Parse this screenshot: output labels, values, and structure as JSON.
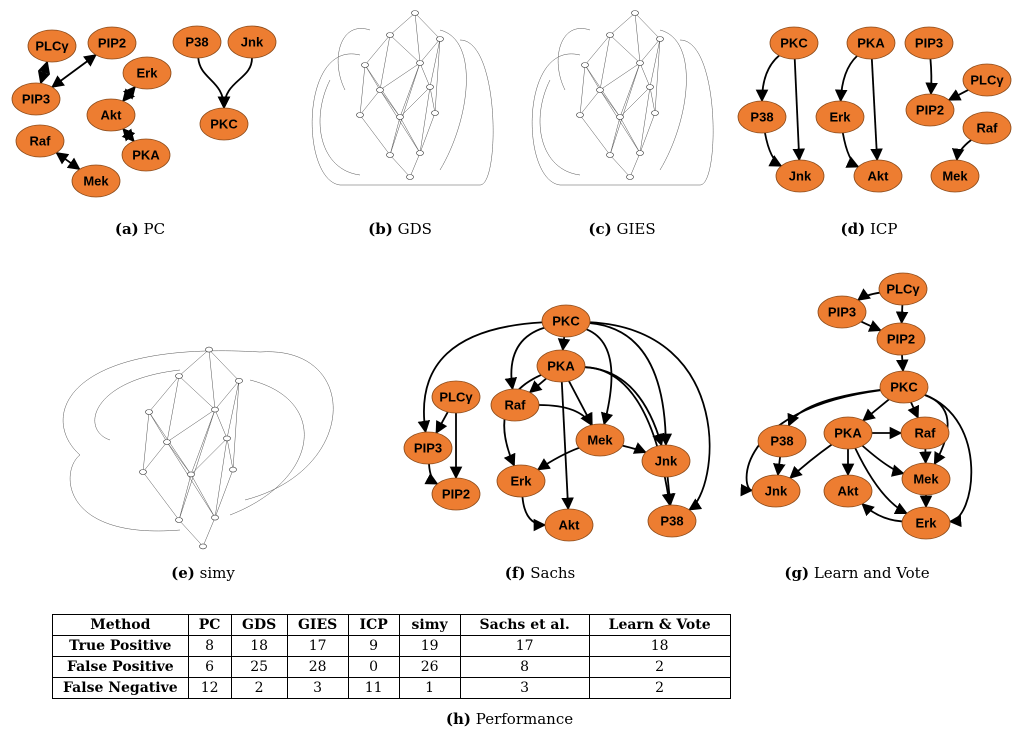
{
  "node_color": "#ED7D31",
  "edge_color": "#000000",
  "panels": [
    {
      "id": "pc",
      "letter": "(a)",
      "name": "PC"
    },
    {
      "id": "gds",
      "letter": "(b)",
      "name": "GDS"
    },
    {
      "id": "gies",
      "letter": "(c)",
      "name": "GIES"
    },
    {
      "id": "icp",
      "letter": "(d)",
      "name": "ICP"
    },
    {
      "id": "simy",
      "letter": "(e)",
      "name": "simy"
    },
    {
      "id": "sachs",
      "letter": "(f)",
      "name": "Sachs"
    },
    {
      "id": "lv",
      "letter": "(g)",
      "name": "Learn and Vote"
    }
  ],
  "graphs": {
    "pc": {
      "nodes": [
        "PLCγ",
        "PIP2",
        "PIP3",
        "Erk",
        "Akt",
        "PKA",
        "Raf",
        "Mek",
        "P38",
        "Jnk",
        "PKC"
      ],
      "edges": [
        [
          "PLCγ",
          "PIP3",
          "both"
        ],
        [
          "PIP2",
          "PIP3",
          "both"
        ],
        [
          "Erk",
          "Akt",
          "both"
        ],
        [
          "Akt",
          "PKA",
          "both"
        ],
        [
          "Raf",
          "Mek",
          "both"
        ],
        [
          "P38",
          "PKC",
          "to"
        ],
        [
          "Jnk",
          "PKC",
          "to"
        ]
      ]
    },
    "icp": {
      "nodes": [
        "PKC",
        "PKA",
        "PIP3",
        "PLCγ",
        "P38",
        "Erk",
        "PIP2",
        "Raf",
        "Jnk",
        "Akt",
        "Mek"
      ],
      "edges": [
        [
          "PKC",
          "P38",
          "to"
        ],
        [
          "PKC",
          "Jnk",
          "to"
        ],
        [
          "P38",
          "Jnk",
          "to"
        ],
        [
          "PKA",
          "Erk",
          "to"
        ],
        [
          "PKA",
          "Akt",
          "to"
        ],
        [
          "Erk",
          "Akt",
          "to"
        ],
        [
          "PIP3",
          "PIP2",
          "to"
        ],
        [
          "PLCγ",
          "PIP2",
          "to"
        ],
        [
          "Raf",
          "Mek",
          "to"
        ]
      ]
    },
    "sachs": {
      "nodes": [
        "PKC",
        "PKA",
        "PLCγ",
        "Raf",
        "Mek",
        "PIP3",
        "Jnk",
        "Erk",
        "PIP2",
        "Akt",
        "P38"
      ],
      "edges": [
        [
          "PKC",
          "PKA",
          "to"
        ],
        [
          "PKC",
          "PIP3",
          "to"
        ],
        [
          "PKC",
          "Raf",
          "to"
        ],
        [
          "PKC",
          "Mek",
          "to"
        ],
        [
          "PKC",
          "Jnk",
          "to"
        ],
        [
          "PKC",
          "P38",
          "to"
        ],
        [
          "PKA",
          "Raf",
          "to"
        ],
        [
          "PKA",
          "Mek",
          "to"
        ],
        [
          "PKA",
          "Erk",
          "to"
        ],
        [
          "PKA",
          "Akt",
          "to"
        ],
        [
          "PKA",
          "Jnk",
          "to"
        ],
        [
          "PKA",
          "P38",
          "to"
        ],
        [
          "PLCγ",
          "PIP3",
          "to"
        ],
        [
          "PLCγ",
          "PIP2",
          "to"
        ],
        [
          "PIP3",
          "PIP2",
          "to"
        ],
        [
          "Raf",
          "Mek",
          "to"
        ],
        [
          "Mek",
          "Erk",
          "to"
        ],
        [
          "Erk",
          "Akt",
          "to"
        ],
        [
          "Mek",
          "Jnk",
          "to"
        ],
        [
          "Jnk",
          "P38",
          "to"
        ]
      ]
    },
    "lv": {
      "nodes": [
        "PLCγ",
        "PIP3",
        "PIP2",
        "PKC",
        "P38",
        "PKA",
        "Raf",
        "Jnk",
        "Akt",
        "Mek",
        "Erk"
      ],
      "edges": [
        [
          "PLCγ",
          "PIP3",
          "to"
        ],
        [
          "PLCγ",
          "PIP2",
          "to"
        ],
        [
          "PIP3",
          "PIP2",
          "to"
        ],
        [
          "PIP2",
          "PKC",
          "to"
        ],
        [
          "PKC",
          "P38",
          "to"
        ],
        [
          "PKC",
          "PKA",
          "to"
        ],
        [
          "PKC",
          "Raf",
          "to"
        ],
        [
          "PKC",
          "Jnk",
          "to"
        ],
        [
          "PKC",
          "Mek",
          "to"
        ],
        [
          "PKC",
          "Erk",
          "to"
        ],
        [
          "PKA",
          "Jnk",
          "to"
        ],
        [
          "PKA",
          "Akt",
          "to"
        ],
        [
          "PKA",
          "Raf",
          "to"
        ],
        [
          "PKA",
          "Mek",
          "to"
        ],
        [
          "PKA",
          "Erk",
          "to"
        ],
        [
          "P38",
          "Jnk",
          "to"
        ],
        [
          "Raf",
          "Mek",
          "to"
        ],
        [
          "Mek",
          "Erk",
          "to"
        ],
        [
          "Erk",
          "Akt",
          "to"
        ]
      ]
    }
  },
  "table": {
    "headers": [
      "Method",
      "PC",
      "GDS",
      "GIES",
      "ICP",
      "simy",
      "Sachs et al.",
      "Learn & Vote"
    ],
    "rows": [
      {
        "label": "True Positive",
        "values": [
          "8",
          "18",
          "17",
          "9",
          "19",
          "17",
          "18"
        ]
      },
      {
        "label": "False Positive",
        "values": [
          "6",
          "25",
          "28",
          "0",
          "26",
          "8",
          "2"
        ]
      },
      {
        "label": "False Negative",
        "values": [
          "12",
          "2",
          "3",
          "11",
          "1",
          "3",
          "2"
        ]
      }
    ],
    "caption_letter": "(h)",
    "caption_name": "Performance"
  }
}
